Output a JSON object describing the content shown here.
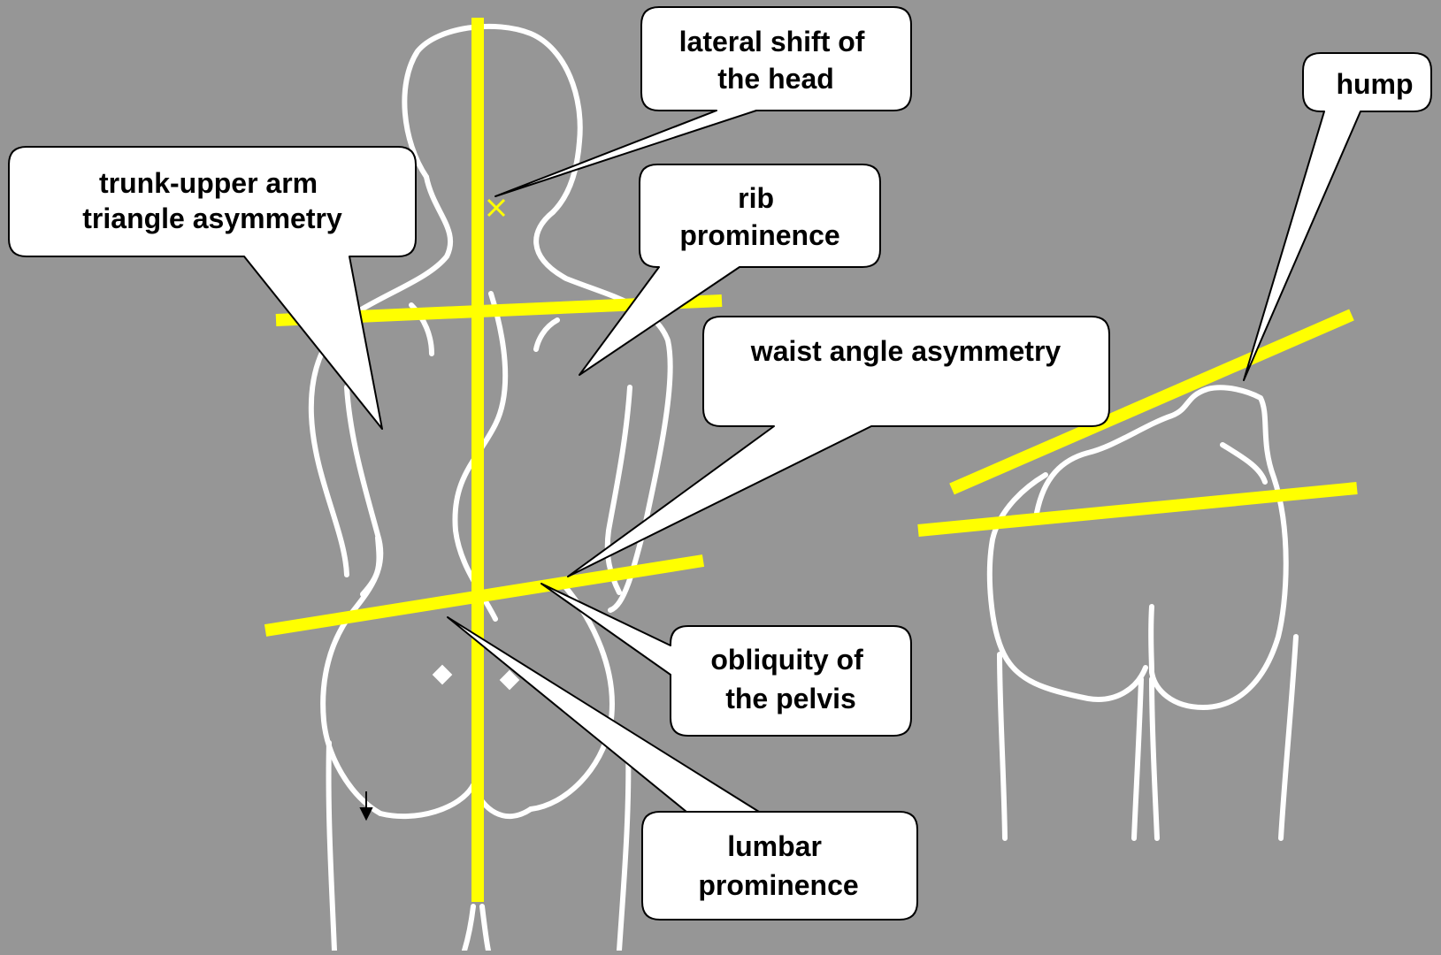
{
  "diagram": {
    "colors": {
      "background": "#969696",
      "outline": "#ffffff",
      "guide_line": "#ffff00",
      "callout_fill": "#ffffff",
      "callout_border": "#000000"
    },
    "callouts": [
      {
        "id": "trunk-arm",
        "lines": [
          "trunk-upper arm",
          "triangle asymmetry"
        ]
      },
      {
        "id": "head-shift",
        "lines": [
          "lateral shift of",
          "the head"
        ]
      },
      {
        "id": "rib",
        "lines": [
          "rib",
          "prominence"
        ]
      },
      {
        "id": "waist",
        "lines": [
          "waist angle asymmetry"
        ]
      },
      {
        "id": "hump",
        "lines": [
          "hump"
        ]
      },
      {
        "id": "pelvis",
        "lines": [
          "obliquity of",
          "the pelvis"
        ]
      },
      {
        "id": "lumbar",
        "lines": [
          "lumbar",
          "prominence"
        ]
      }
    ]
  }
}
